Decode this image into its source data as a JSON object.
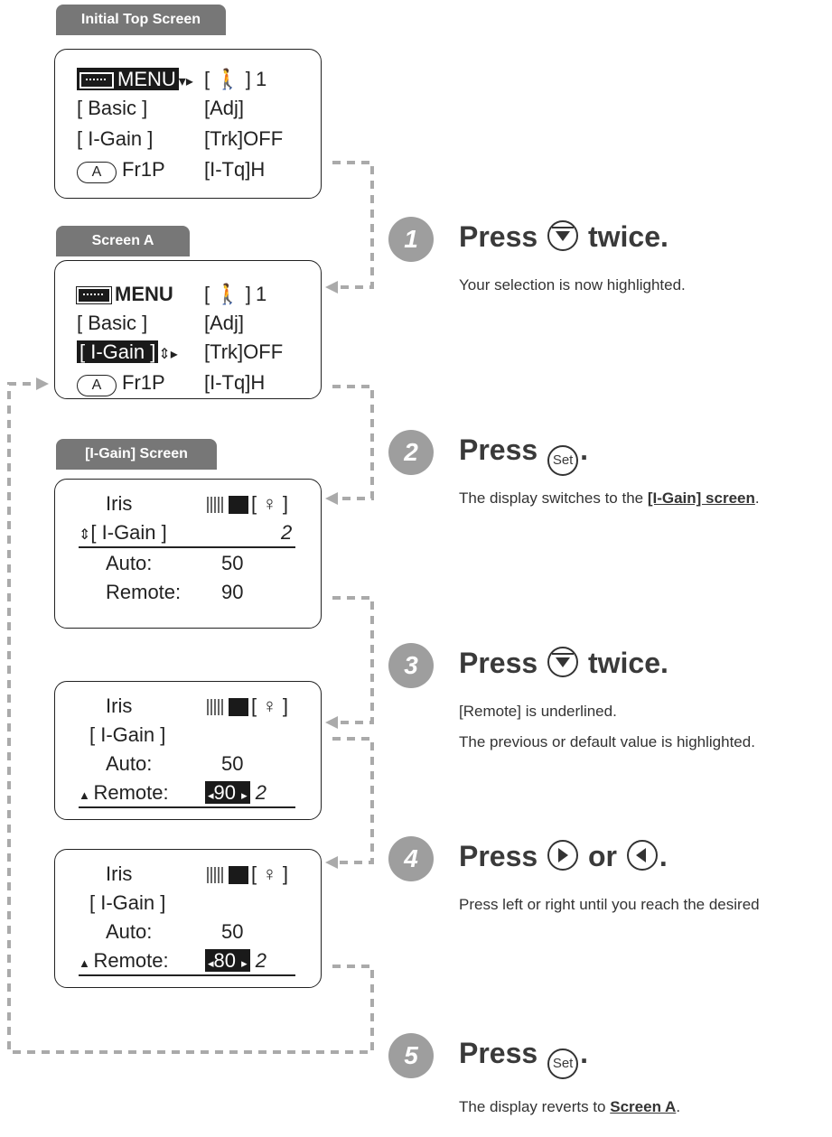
{
  "colors": {
    "tag_bg": "#777777",
    "step_bg": "#9e9e9e",
    "connector": "#aaaaaa",
    "highlight": "#1a1a1a"
  },
  "tags": {
    "initial_top": "Initial Top Screen",
    "screen_a": "Screen A",
    "igain": "[I-Gain] Screen"
  },
  "initial_top": {
    "menu": "MENU",
    "person": "[ 🚶 ]",
    "num": "1",
    "basic": "[ Basic ]",
    "adj": "[Adj]",
    "igain": "[ I-Gain ]",
    "trk": "[Trk]OFF",
    "a": "A",
    "fr1p": "Fr1P",
    "itq": "[I-Tq]H"
  },
  "screen_a": {
    "menu": "MENU",
    "person": "[ 🚶 ]",
    "num": "1",
    "basic": "[ Basic ]",
    "adj": "[Adj]",
    "igain": "[ I-Gain ]",
    "trk": "[Trk]OFF",
    "a": "A",
    "fr1p": "Fr1P",
    "itq": "[I-Tq]H"
  },
  "igain_screen": {
    "iris": "Iris",
    "bracket": "[ ♀ ]",
    "igain": "[ I-Gain ]",
    "page": "2",
    "auto_label": "Auto:",
    "auto_value": "50",
    "remote_label": "Remote:",
    "remote_value": "90"
  },
  "screen_3": {
    "iris": "Iris",
    "bracket": "[ ♀ ]",
    "igain": "[ I-Gain ]",
    "auto_label": "Auto:",
    "auto_value": "50",
    "remote_label": "Remote:",
    "remote_value": "90",
    "page": "2"
  },
  "screen_4": {
    "iris": "Iris",
    "bracket": "[ ♀ ]",
    "igain": "[ I-Gain ]",
    "auto_label": "Auto:",
    "auto_value": "50",
    "remote_label": "Remote:",
    "remote_value": "80",
    "page": "2"
  },
  "steps": [
    {
      "num": "1",
      "press": "Press",
      "suffix": "twice.",
      "desc": "Your selection is now highlighted."
    },
    {
      "num": "2",
      "press": "Press",
      "button": "Set",
      "suffix": ".",
      "desc_pre": "The display switches to the ",
      "desc_link": "[I-Gain] screen",
      "desc_post": "."
    },
    {
      "num": "3",
      "press": "Press",
      "suffix": "twice.",
      "desc": "[Remote] is underlined.",
      "desc2": "The previous or default value is highlighted."
    },
    {
      "num": "4",
      "press": "Press",
      "or": "or",
      "suffix": ".",
      "desc": "Press left or right until you reach the desired"
    },
    {
      "num": "5",
      "press": "Press",
      "button": "Set",
      "suffix": ".",
      "desc_pre": "The display reverts to ",
      "desc_link": "Screen A",
      "desc_post": "."
    }
  ]
}
